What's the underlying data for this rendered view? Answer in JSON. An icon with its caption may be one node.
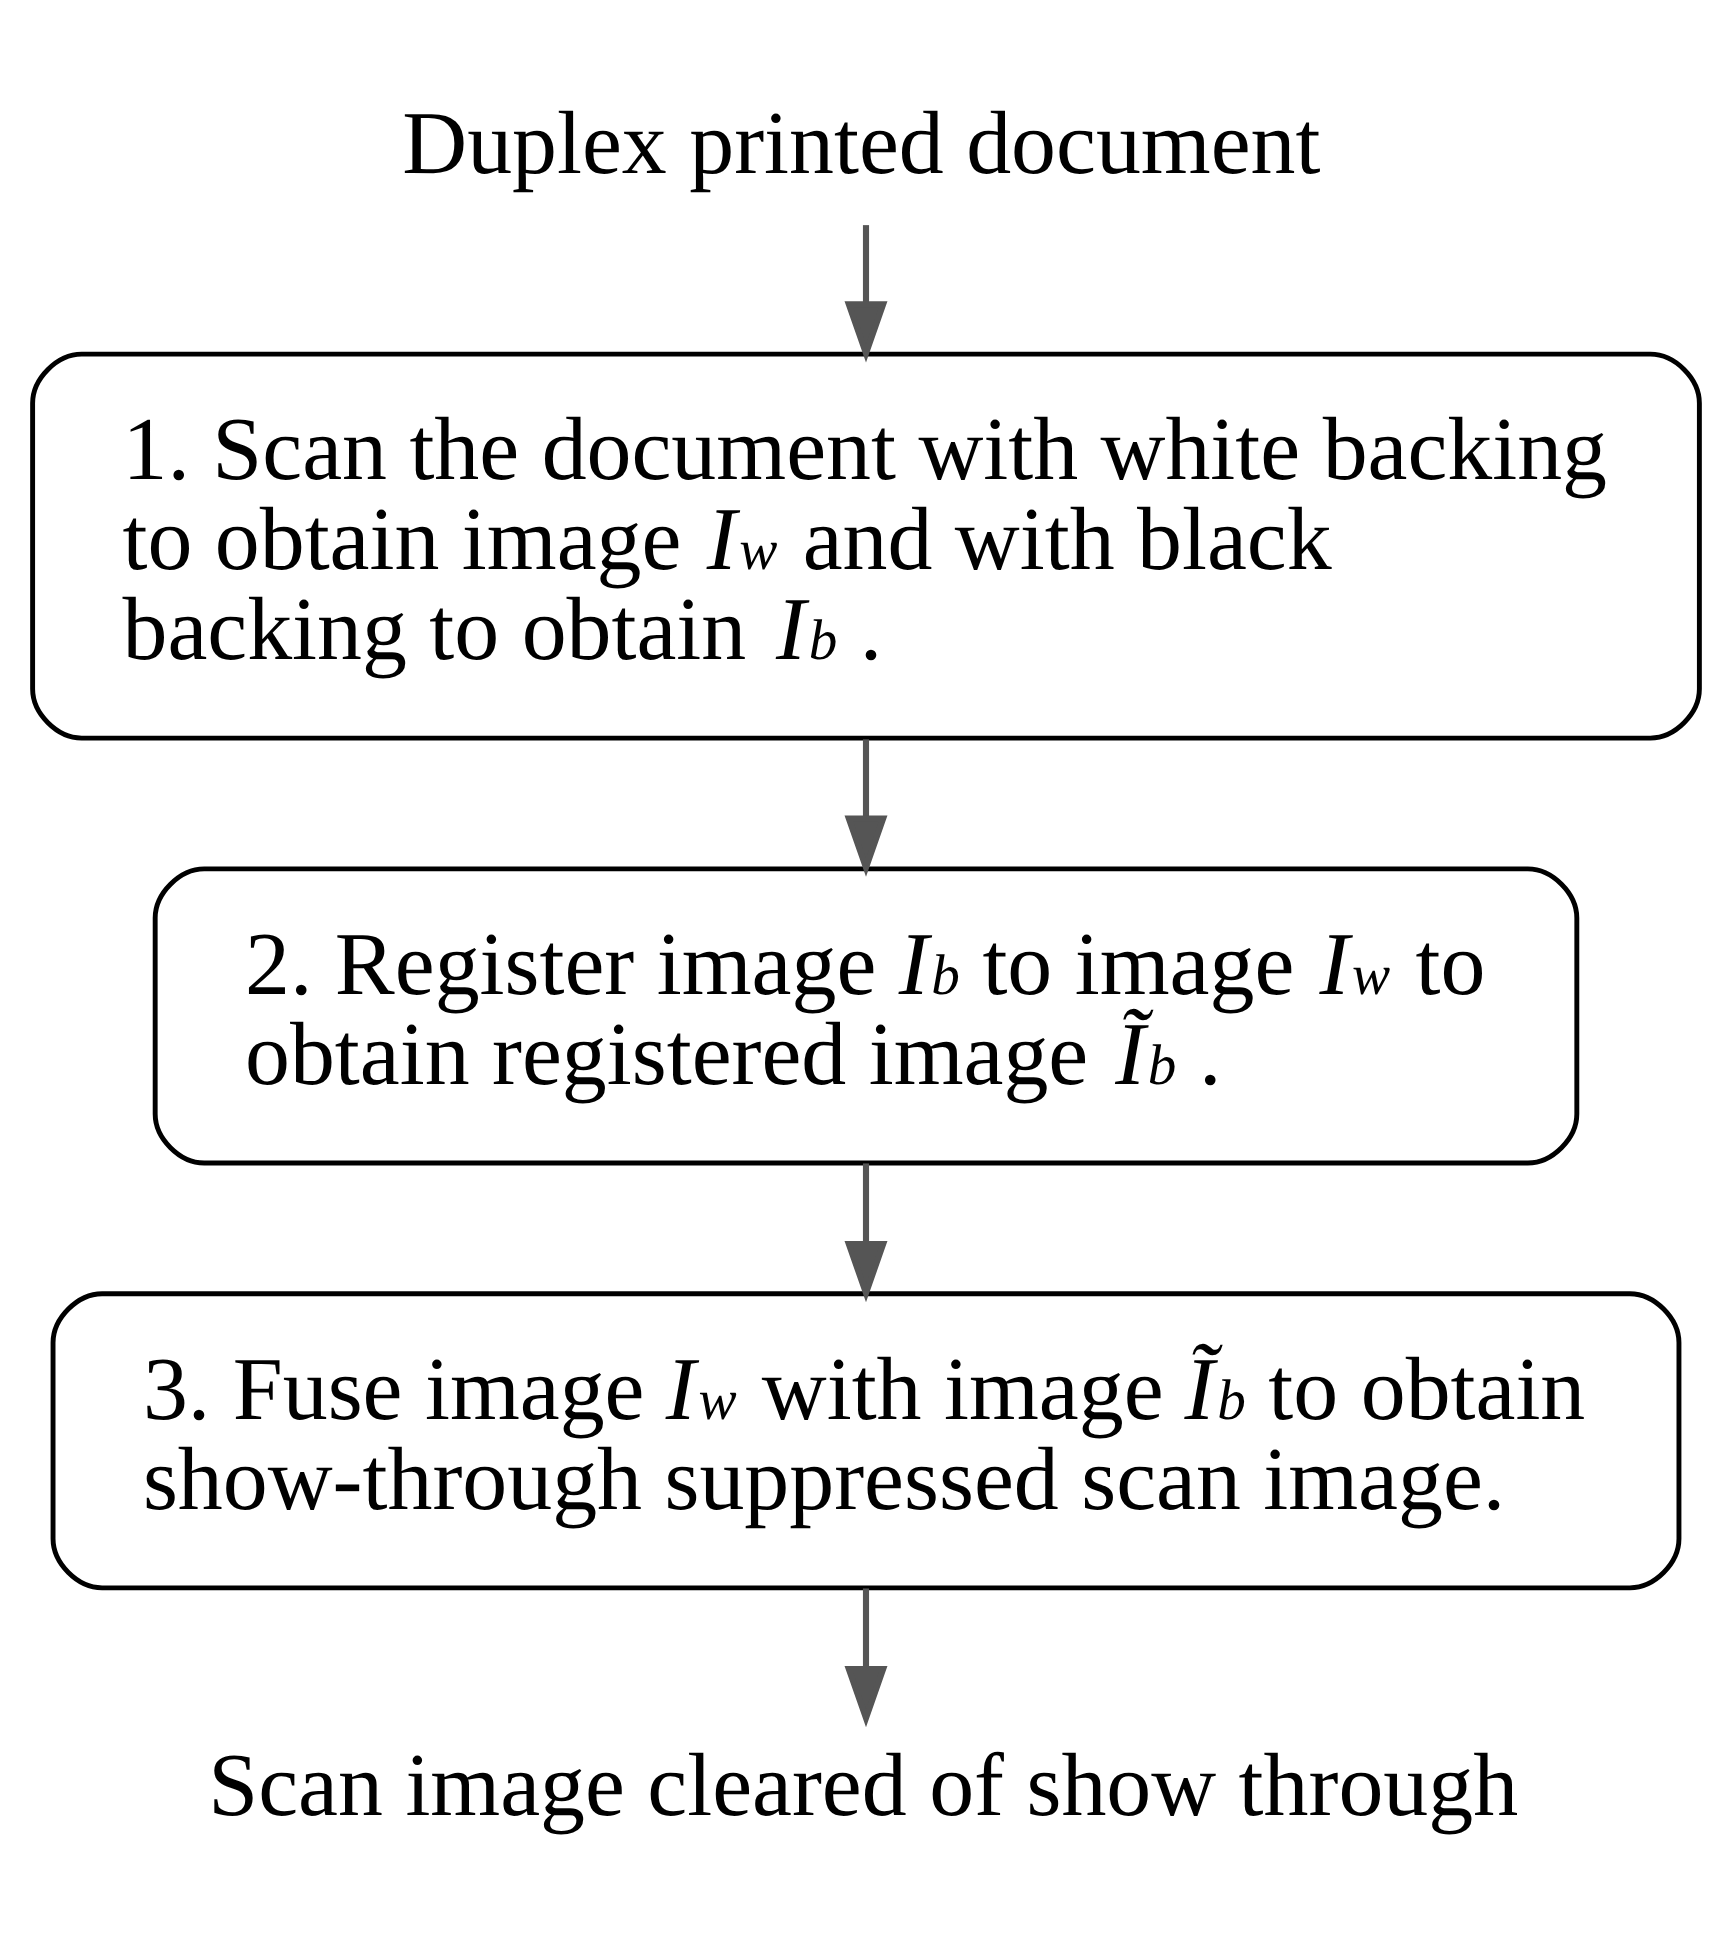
{
  "diagram": {
    "nodes": [
      {
        "text": [
          "Duplex printed document"
        ]
      },
      {
        "text": [
          "1. Scan the document with white backing to obtain image *I*$_{w}$ and with black backing to obtain *I*$_{b}$ ."
        ]
      },
      {
        "text": [
          "2. Register image *I*$_{b}$ to image *I*$_{w}$ to obtain registered image *Ĩ*$_{b}$ ."
        ]
      },
      {
        "text": [
          "3. Fuse image *I*$_{w}$ with image *Ĩ*$_{b}$ to obtain show-through suppressed scan image."
        ]
      },
      {
        "text": [
          "Scan image cleared of show through"
        ]
      }
    ],
    "edges": [
      {
        "from": 0,
        "to": 1,
        "arrow": "to"
      },
      {
        "from": 1,
        "to": 2,
        "arrow": "to"
      },
      {
        "from": 2,
        "to": 3,
        "arrow": "to"
      },
      {
        "from": 3,
        "to": 4,
        "arrow": "to"
      }
    ]
  }
}
